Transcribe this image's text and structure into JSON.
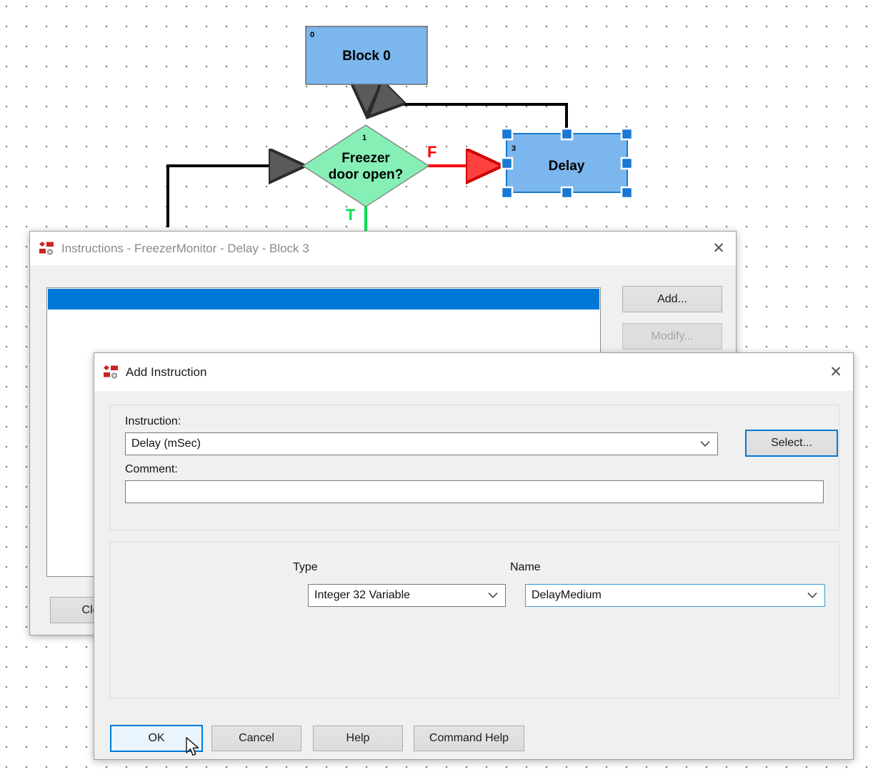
{
  "diagram": {
    "nodes": [
      {
        "index": "0",
        "label": "Block 0",
        "shape": "rect",
        "fill": "#7cb6ee"
      },
      {
        "index": "1",
        "label_line1": "Freezer",
        "label_line2": "door open?",
        "shape": "diamond",
        "fill": "#85efb5"
      },
      {
        "index": "3",
        "label": "Delay",
        "shape": "rect",
        "fill": "#7cb6ee",
        "selected": true
      }
    ],
    "branch_false_label": "F",
    "branch_true_label": "T",
    "colors": {
      "false_branch": "#ff0000",
      "true_branch": "#00e050",
      "flow": "#000000"
    }
  },
  "instructions_window": {
    "title": "Instructions - FreezerMonitor - Delay - Block 3",
    "icon": "flowchart-gear-icon",
    "close_label": "✕",
    "list": {
      "items": [
        ""
      ],
      "selected_index": 0
    },
    "buttons": {
      "add": "Add...",
      "modify": "Modify...",
      "close": "Close"
    }
  },
  "add_instruction_dialog": {
    "title": "Add Instruction",
    "icon": "flowchart-gear-icon",
    "close_label": "✕",
    "instruction": {
      "label": "Instruction:",
      "value": "Delay (mSec)",
      "select_button": "Select..."
    },
    "comment": {
      "label": "Comment:",
      "value": "",
      "placeholder": ""
    },
    "parameters": {
      "type_header": "Type",
      "name_header": "Name",
      "rows": [
        {
          "type": "Integer 32 Variable",
          "name": "DelayMedium"
        }
      ]
    },
    "footer_buttons": {
      "ok": "OK",
      "cancel": "Cancel",
      "help": "Help",
      "command_help": "Command Help"
    }
  },
  "theme": {
    "accent": "#0078d7",
    "dialog_bg": "#f0f0f0",
    "titlebar_bg": "#ffffff"
  }
}
